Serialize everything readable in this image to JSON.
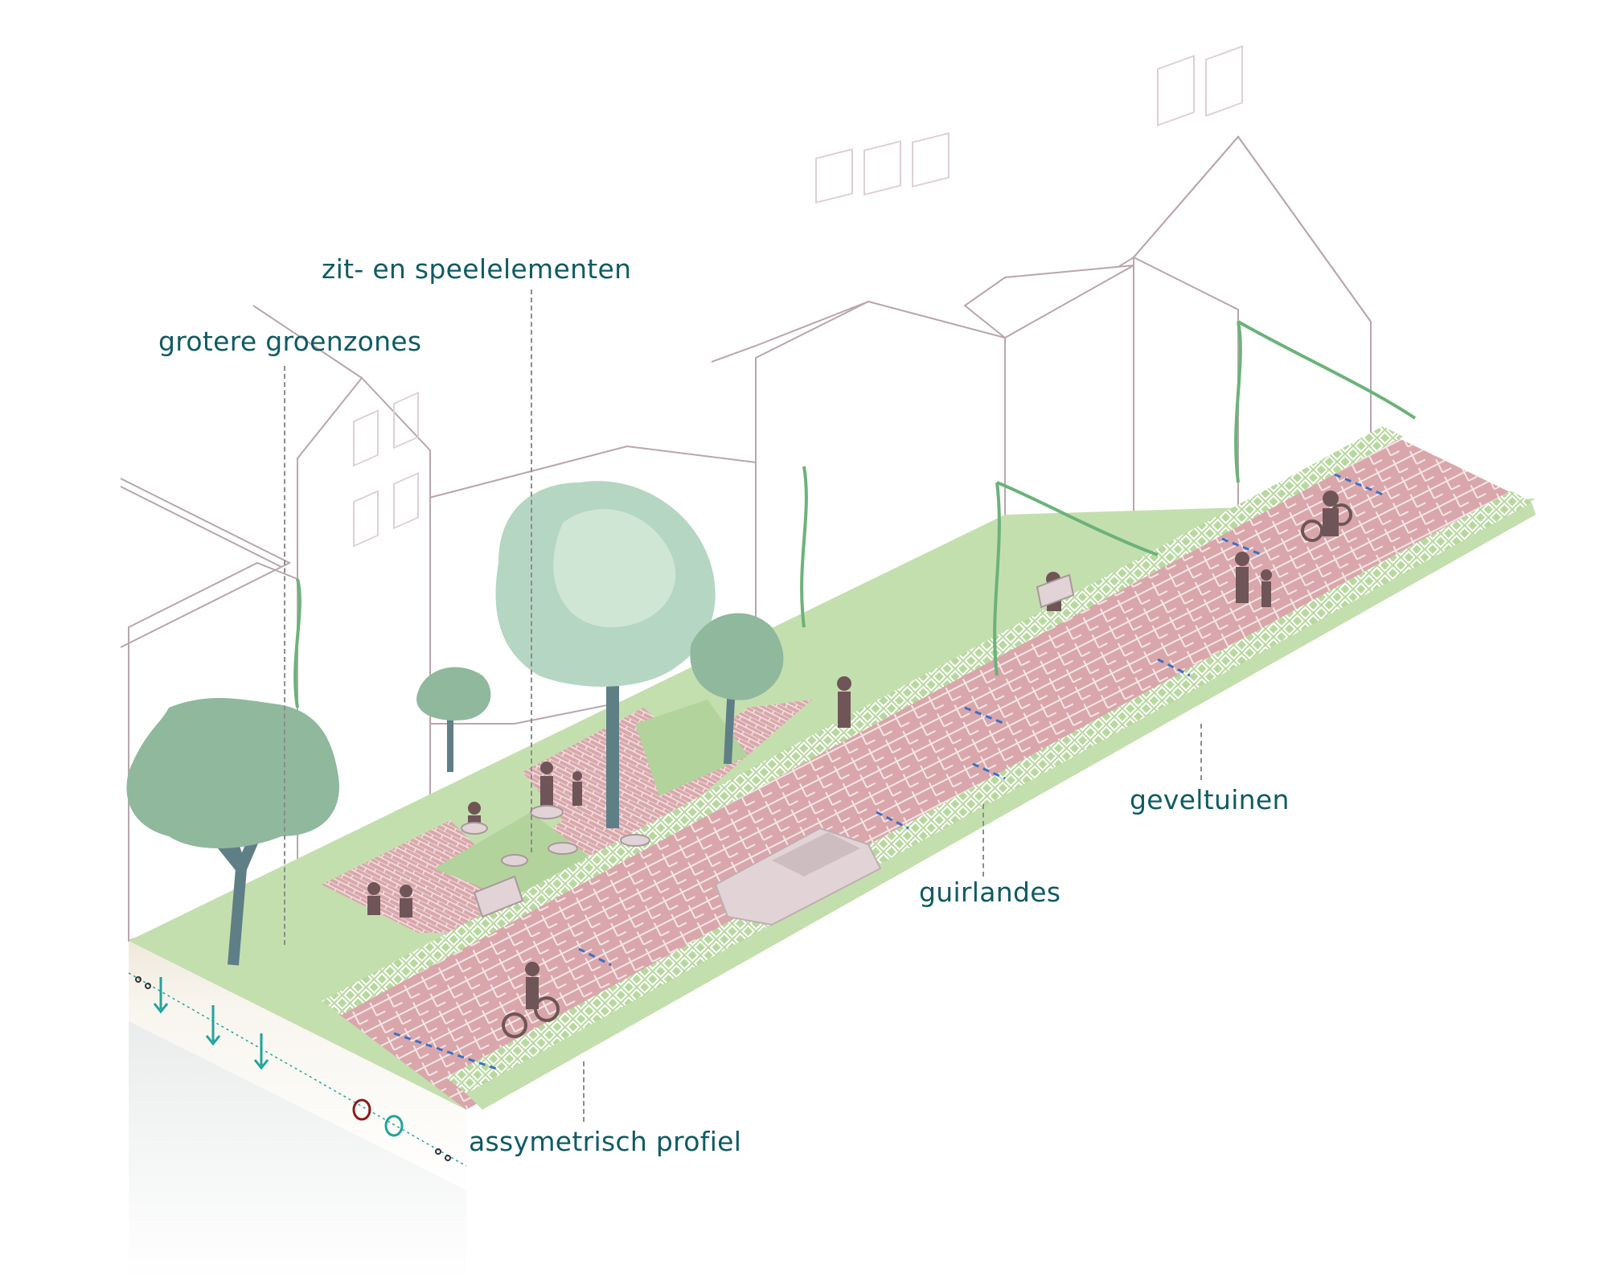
{
  "diagram": {
    "type": "isometric street redesign illustration",
    "colors": {
      "label_text": "#0f5b63",
      "paving": "#d9a7ab",
      "paving_line": "#f3e6e6",
      "grass": "#c4dfae",
      "grass_dark": "#b3d39c",
      "lattice": "#b8d89f",
      "tree_dark": "#8fb89d",
      "tree_light": "#b5d6c2",
      "trunk": "#5f7f86",
      "silhouette": "#6f5557",
      "building_line": "#b9a6ab",
      "arrow_blue": "#3e6fc2",
      "water_teal": "#21a49a",
      "pipe_red": "#8b1a1a",
      "soil": "#f8f5ee"
    },
    "labels": [
      {
        "id": "grotere-groenzones",
        "text": "grotere groenzones"
      },
      {
        "id": "zit-en-speelelementen",
        "text": "zit- en speelelementen"
      },
      {
        "id": "geveltuinen",
        "text": "geveltuinen"
      },
      {
        "id": "guirlandes",
        "text": "guirlandes"
      },
      {
        "id": "assymetrisch-profiel",
        "text": "assymetrisch profiel"
      }
    ]
  }
}
